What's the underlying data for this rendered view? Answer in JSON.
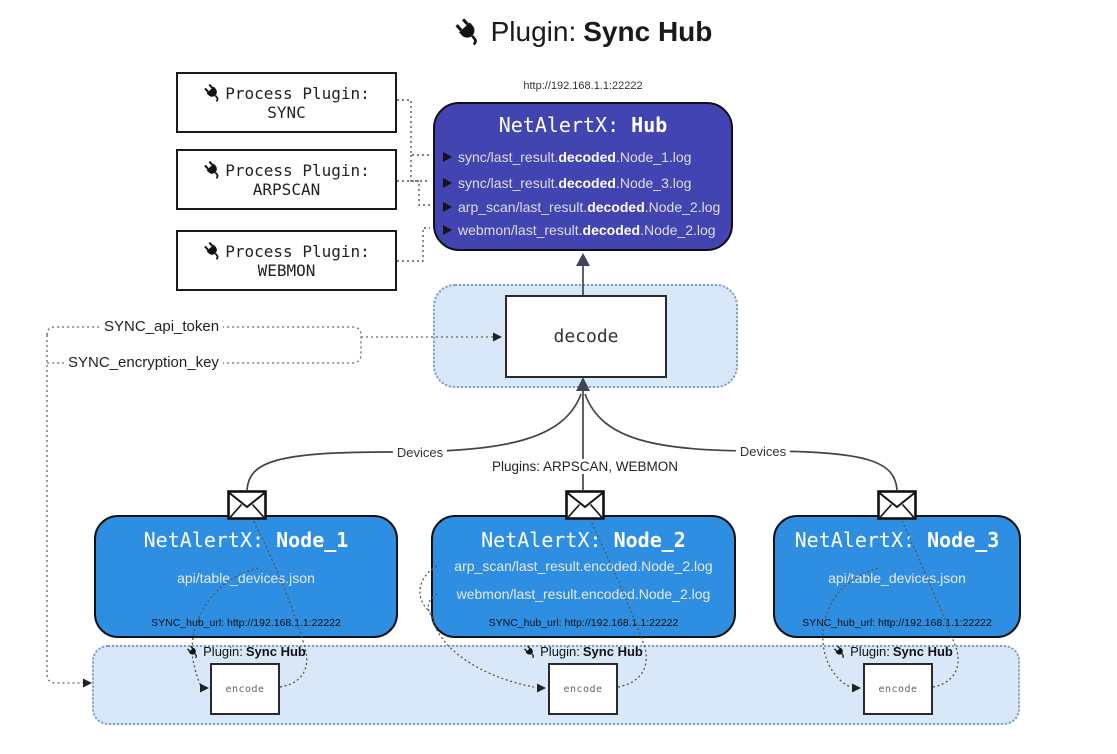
{
  "title": {
    "prefix": "Plugin: ",
    "name": "Sync Hub"
  },
  "hub": {
    "url": "http://192.168.1.1:22222",
    "title_prefix": "NetAlertX: ",
    "title_name": "Hub",
    "files": [
      {
        "pre": "sync/last_result.",
        "bold": "decoded",
        "post": ".Node_1.log"
      },
      {
        "pre": "sync/last_result.",
        "bold": "decoded",
        "post": ".Node_3.log"
      },
      {
        "pre": "arp_scan/last_result.",
        "bold": "decoded",
        "post": ".Node_2.log"
      },
      {
        "pre": "webmon/last_result.",
        "bold": "decoded",
        "post": ".Node_2.log"
      }
    ]
  },
  "process_plugins": [
    {
      "label": "Process Plugin:",
      "name": "SYNC"
    },
    {
      "label": "Process Plugin:",
      "name": "ARPSCAN"
    },
    {
      "label": "Process Plugin:",
      "name": "WEBMON"
    }
  ],
  "decode_label": "decode",
  "config": {
    "api_token": "SYNC_api_token",
    "encryption_key": "SYNC_encryption_key"
  },
  "edge_labels": {
    "devices_left": "Devices",
    "plugins_mid": "Plugins: ARPSCAN, WEBMON",
    "devices_right": "Devices"
  },
  "nodes": [
    {
      "title_prefix": "NetAlertX: ",
      "title_name": "Node_1",
      "files": [
        "api/table_devices.json"
      ],
      "hub_url": "SYNC_hub_url: http://192.168.1.1:22222"
    },
    {
      "title_prefix": "NetAlertX: ",
      "title_name": "Node_2",
      "files": [
        "arp_scan/last_result.encoded.Node_2.log",
        "webmon/last_result.encoded.Node_2.log"
      ],
      "hub_url": "SYNC_hub_url: http://192.168.1.1:22222"
    },
    {
      "title_prefix": "NetAlertX: ",
      "title_name": "Node_3",
      "files": [
        "api/table_devices.json"
      ],
      "hub_url": "SYNC_hub_url: http://192.168.1.1:22222"
    }
  ],
  "encoders": [
    {
      "plugin_prefix": "Plugin: ",
      "plugin_name": "Sync Hub",
      "label": "encode"
    },
    {
      "plugin_prefix": "Plugin: ",
      "plugin_name": "Sync Hub",
      "label": "encode"
    },
    {
      "plugin_prefix": "Plugin: ",
      "plugin_name": "Sync Hub",
      "label": "encode"
    }
  ],
  "colors": {
    "hub_bg": "#4244b2",
    "node_bg": "#2e8fe2",
    "panel_bg": "#d9e8f9",
    "panel_border": "#7d9cbe",
    "outline": "#1a1a1a",
    "node_text": "#e8e8e8"
  }
}
